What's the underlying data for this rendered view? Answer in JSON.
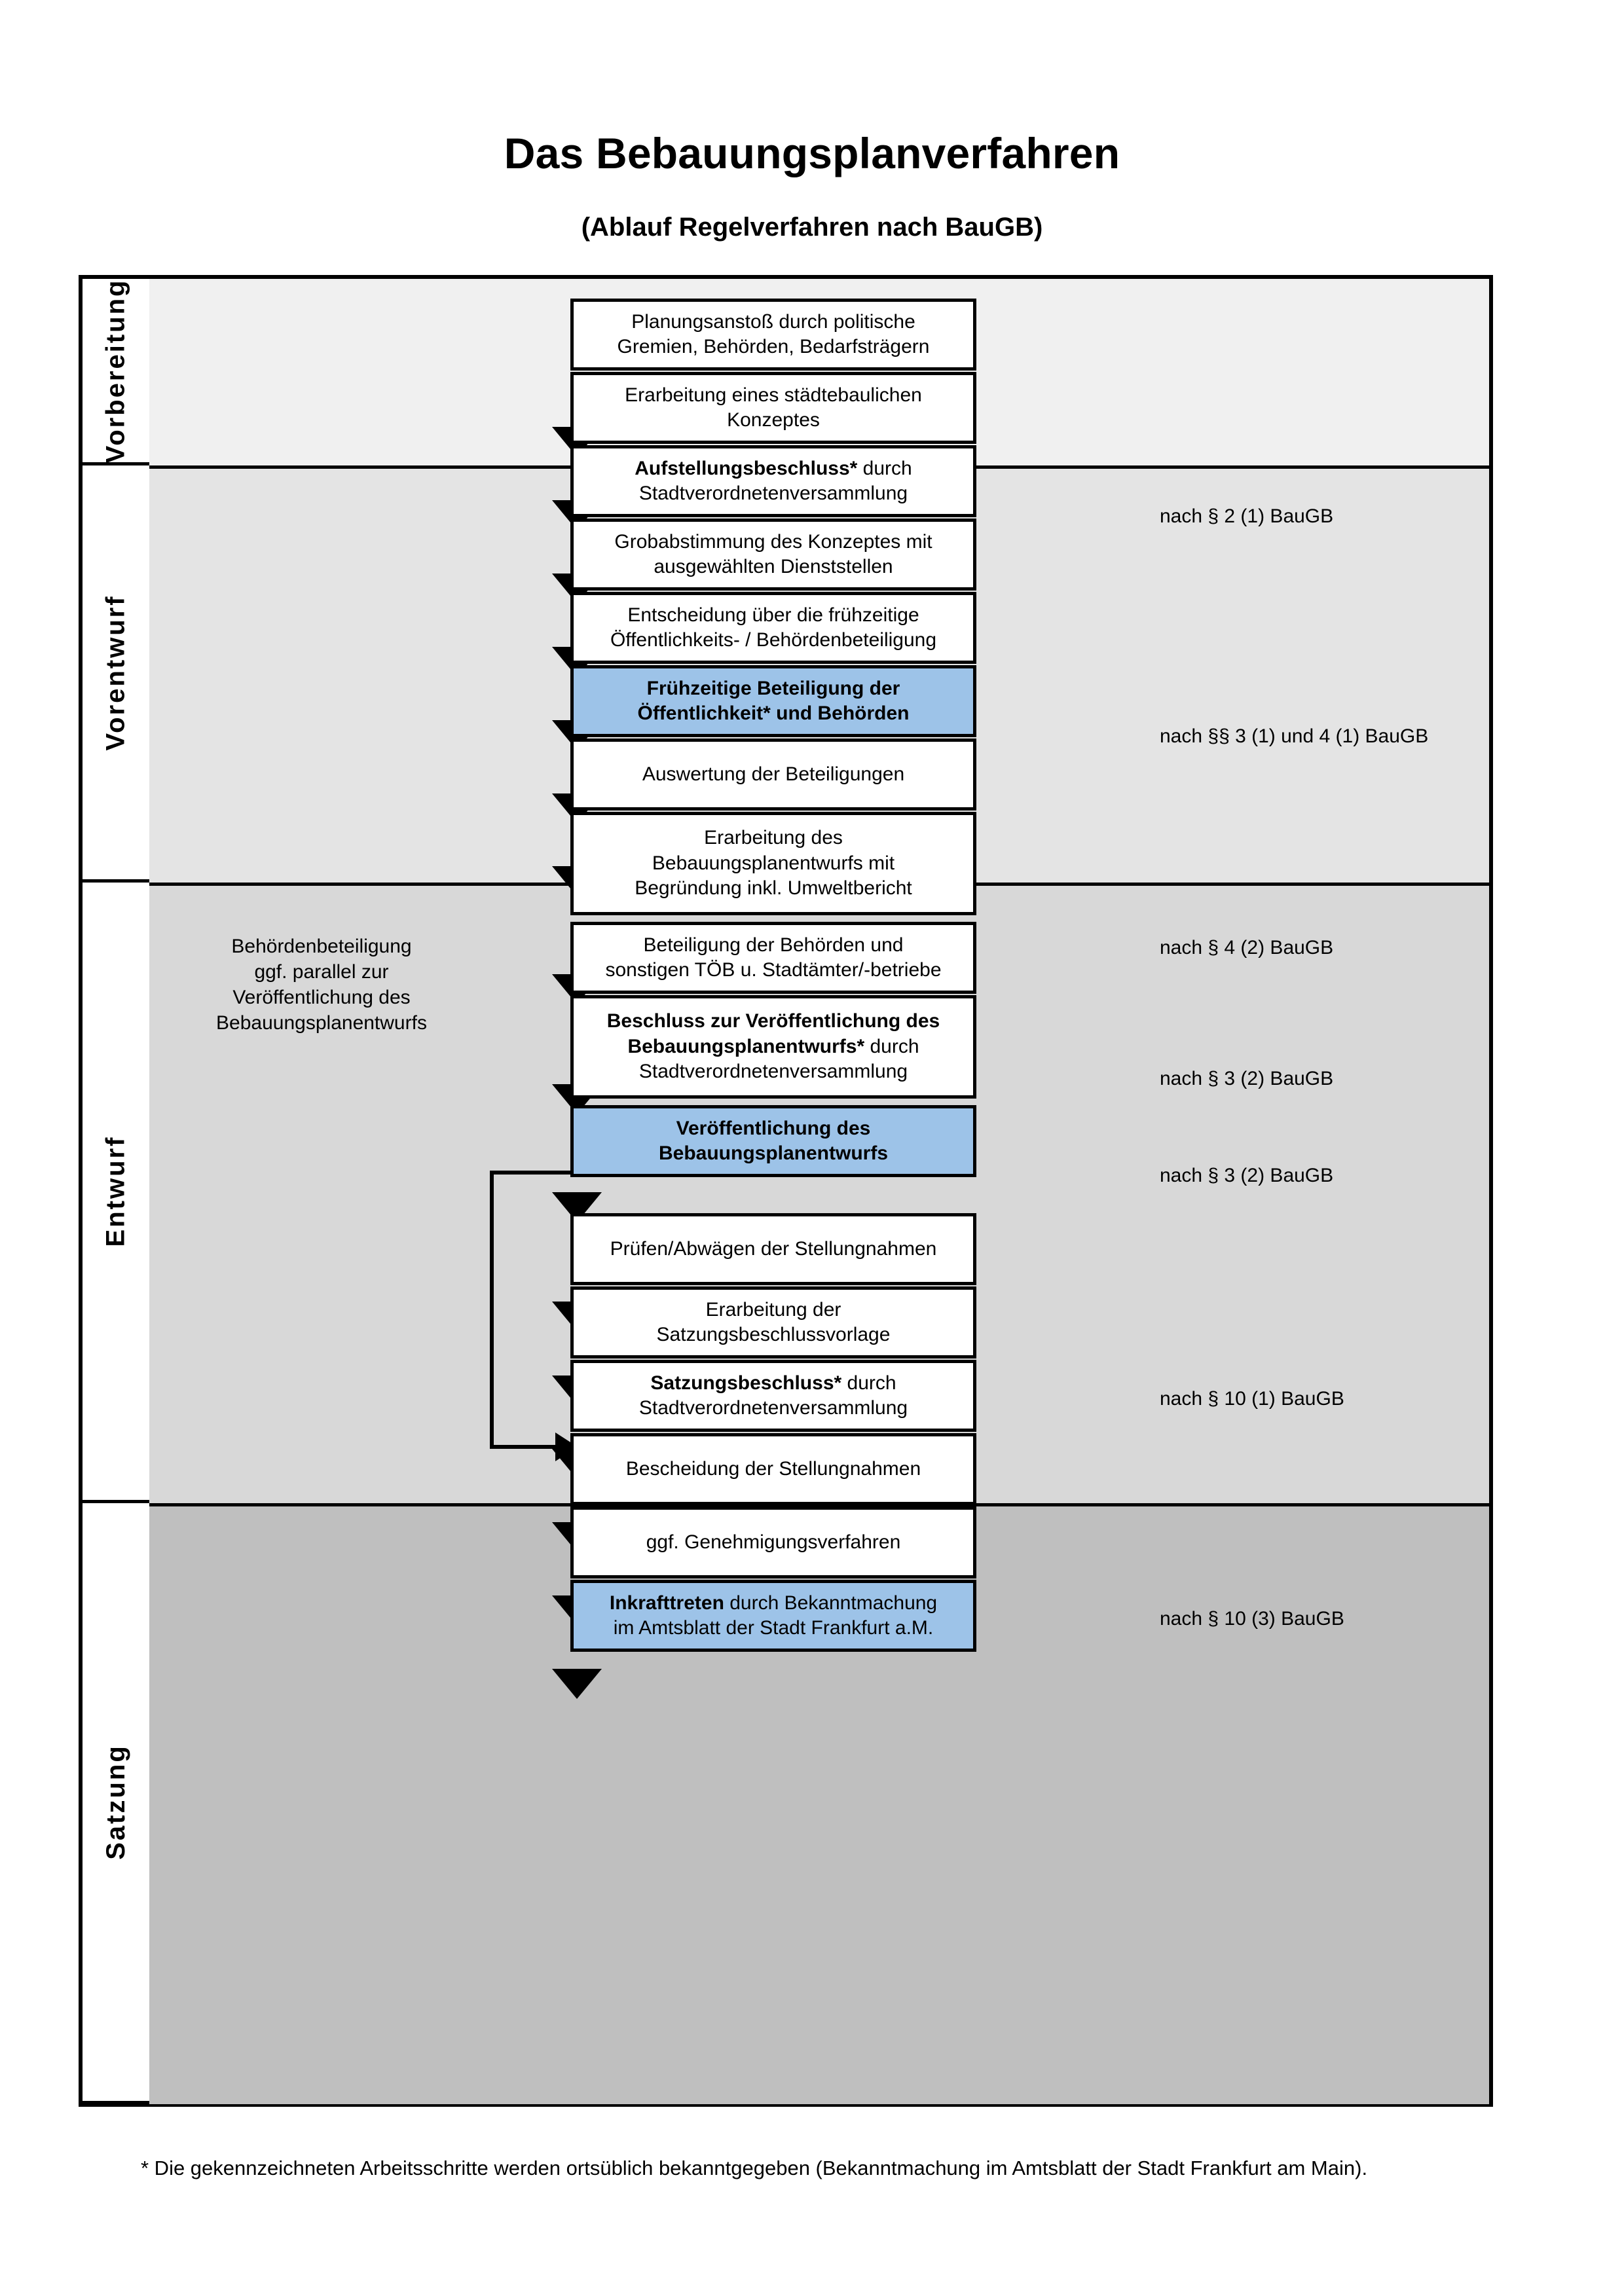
{
  "header": {
    "title": "Das Bebauungsplanverfahren",
    "subtitle": "(Ablauf Regelverfahren nach BauGB)"
  },
  "bands": [
    {
      "id": "vorbereitung",
      "label": "Vorbereitung",
      "bg": "#F0F0F0"
    },
    {
      "id": "vorentwurf",
      "label": "Vorentwurf",
      "bg": "#E4E4E4"
    },
    {
      "id": "entwurf",
      "label": "Entwurf",
      "bg": "#D8D8D8"
    },
    {
      "id": "satzung",
      "label": "Satzung",
      "bg": "#BFBFBF"
    }
  ],
  "steps": [
    {
      "id": "planungsanstoss",
      "band": "vorbereitung",
      "highlight": false,
      "lines": [
        "Planungsanstoß durch politische",
        "Gremien, Behörden, Bedarfsträgern"
      ]
    },
    {
      "id": "staedtebau-konzept",
      "band": "vorbereitung",
      "highlight": false,
      "lines": [
        "Erarbeitung eines städtebaulichen",
        "Konzeptes"
      ]
    },
    {
      "id": "aufstellungsbeschluss",
      "band": "vorbereitung",
      "highlight": false,
      "bold_prefix": "Aufstellungsbeschluss*",
      "lines": [
        "Aufstellungsbeschluss* durch",
        "Stadtverordnetenversammlung"
      ]
    },
    {
      "id": "grobabstimmung",
      "band": "vorentwurf",
      "highlight": false,
      "lines": [
        "Grobabstimmung des Konzeptes mit",
        "ausgewählten Dienststellen"
      ]
    },
    {
      "id": "entscheidung-fruehzeitige",
      "band": "vorentwurf",
      "highlight": false,
      "lines": [
        "Entscheidung über die frühzeitige",
        "Öffentlichkeits- / Behördenbeteiligung"
      ]
    },
    {
      "id": "fruehzeitige-beteiligung",
      "band": "vorentwurf",
      "highlight": true,
      "lines": [
        "Frühzeitige Beteiligung der",
        "Öffentlichkeit* und Behörden"
      ]
    },
    {
      "id": "auswertung-beteiligungen",
      "band": "entwurf",
      "highlight": false,
      "lines": [
        "Auswertung der Beteiligungen"
      ]
    },
    {
      "id": "erarbeitung-bplan-entwurf",
      "band": "entwurf",
      "highlight": false,
      "lines": [
        "Erarbeitung des",
        "Bebauungsplanentwurfs mit",
        "Begründung inkl. Umweltbericht"
      ]
    },
    {
      "id": "beteiligung-behoerden-toeb",
      "band": "entwurf",
      "highlight": false,
      "lines": [
        "Beteiligung der Behörden und",
        "sonstigen TÖB u. Stadtämter/-betriebe"
      ]
    },
    {
      "id": "beschluss-veroeffentlichung",
      "band": "entwurf",
      "highlight": false,
      "lines": [
        "Beschluss zur Veröffentlichung des",
        "Bebauungsplanentwurfs* durch",
        "Stadtverordnetenversammlung"
      ]
    },
    {
      "id": "veroeffentlichung-bplan-entwurf",
      "band": "entwurf",
      "highlight": true,
      "lines": [
        "Veröffentlichung des",
        "Bebauungsplanentwurfs"
      ]
    },
    {
      "id": "pruefen-abwaegen",
      "band": "satzung",
      "highlight": false,
      "lines": [
        "Prüfen/Abwägen der Stellungnahmen"
      ]
    },
    {
      "id": "erarbeitung-satzungsbeschlussvorlage",
      "band": "satzung",
      "highlight": false,
      "lines": [
        "Erarbeitung der",
        "Satzungsbeschlussvorlage"
      ]
    },
    {
      "id": "satzungsbeschluss",
      "band": "satzung",
      "highlight": false,
      "lines": [
        "Satzungsbeschluss* durch",
        "Stadtverordnetenversammlung"
      ]
    },
    {
      "id": "bescheidung-stellungnahmen",
      "band": "satzung",
      "highlight": false,
      "lines": [
        "Bescheidung der Stellungnahmen"
      ]
    },
    {
      "id": "genehmigungsverfahren",
      "band": "satzung",
      "highlight": false,
      "lines": [
        "ggf. Genehmigungsverfahren"
      ]
    },
    {
      "id": "inkrafttreten",
      "band": "satzung",
      "highlight": true,
      "lines": [
        "Inkrafttreten durch Bekanntmachung",
        "im Amtsblatt der Stadt Frankfurt a.M."
      ]
    }
  ],
  "legal_refs": [
    {
      "id": "ref-par2-1",
      "text": "nach § 2 (1) BauGB"
    },
    {
      "id": "ref-par3-1-4-1",
      "text": "nach §§ 3 (1) und 4 (1) BauGB"
    },
    {
      "id": "ref-par4-2",
      "text": "nach § 4 (2) BauGB"
    },
    {
      "id": "ref-par3-2-a",
      "text": "nach § 3 (2) BauGB"
    },
    {
      "id": "ref-par3-2-b",
      "text": "nach § 3 (2) BauGB"
    },
    {
      "id": "ref-par10-1",
      "text": "nach § 10 (1) BauGB"
    },
    {
      "id": "ref-par10-3",
      "text": "nach § 10 (3) BauGB"
    }
  ],
  "sidenote": {
    "lines": [
      "Behördenbeteiligung",
      "ggf. parallel zur",
      "Veröffentlichung des",
      "Bebauungsplanentwurfs"
    ]
  },
  "footnote": {
    "text": "* Die gekennzeichneten Arbeitsschritte werden ortsüblich bekanntgegeben (Bekanntmachung im Amtsblatt  der Stadt Frankfurt am Main)."
  },
  "colors": {
    "highlight_blue": "#9DC3E8",
    "band_vorbereitung": "#F0F0F0",
    "band_vorentwurf": "#E4E4E4",
    "band_entwurf": "#D8D8D8",
    "band_satzung": "#BFBFBF",
    "line": "#000000"
  }
}
